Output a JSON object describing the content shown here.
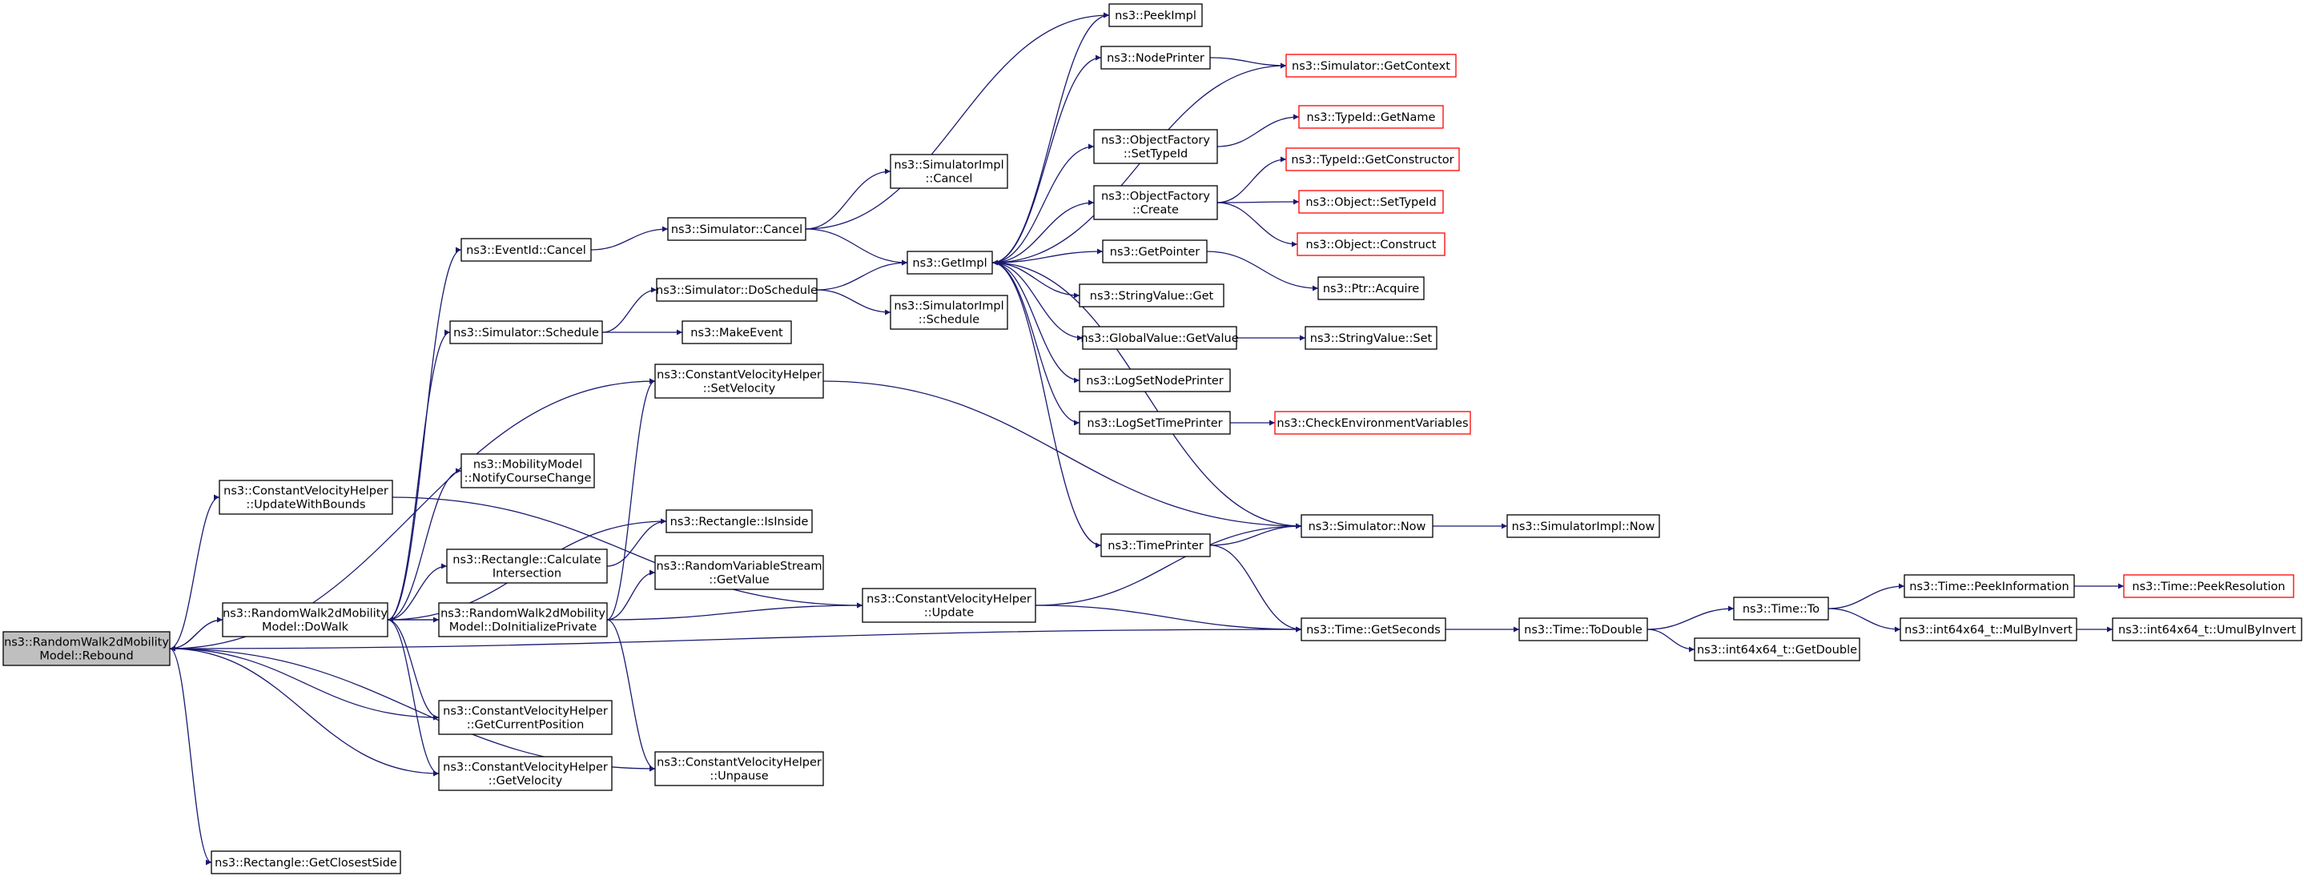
{
  "colors": {
    "edge": "#191970",
    "node_border": "#000000",
    "external_border": "#ff0000",
    "root_fill": "#bfbfbf"
  },
  "nodes": [
    {
      "id": "rebound",
      "lines": [
        "ns3::RandomWalk2dMobility",
        "Model::Rebound"
      ],
      "style": "root"
    },
    {
      "id": "getclosestside",
      "lines": [
        "ns3::Rectangle::GetClosestSide"
      ]
    },
    {
      "id": "getcurrentposition",
      "lines": [
        "ns3::ConstantVelocityHelper",
        "::GetCurrentPosition"
      ]
    },
    {
      "id": "getvelocity",
      "lines": [
        "ns3::ConstantVelocityHelper",
        "::GetVelocity"
      ]
    },
    {
      "id": "unpause",
      "lines": [
        "ns3::ConstantVelocityHelper",
        "::Unpause"
      ]
    },
    {
      "id": "updatewithbounds",
      "lines": [
        "ns3::ConstantVelocityHelper",
        "::UpdateWithBounds"
      ]
    },
    {
      "id": "setvelocity",
      "lines": [
        "ns3::ConstantVelocityHelper",
        "::SetVelocity"
      ]
    },
    {
      "id": "gettime_seconds",
      "lines": [
        "ns3::Time::GetSeconds"
      ]
    },
    {
      "id": "dowalk",
      "lines": [
        "ns3::RandomWalk2dMobility",
        "Model::DoWalk"
      ]
    },
    {
      "id": "eventcancel",
      "lines": [
        "ns3::EventId::Cancel"
      ]
    },
    {
      "id": "schedule",
      "lines": [
        "ns3::Simulator::Schedule"
      ]
    },
    {
      "id": "notifycoursechange",
      "lines": [
        "ns3::MobilityModel",
        "::NotifyCourseChange"
      ]
    },
    {
      "id": "calcintersection",
      "lines": [
        "ns3::Rectangle::Calculate",
        "Intersection"
      ]
    },
    {
      "id": "doinitialize",
      "lines": [
        "ns3::RandomWalk2dMobility",
        "Model::DoInitializePrivate"
      ]
    },
    {
      "id": "isinside",
      "lines": [
        "ns3::Rectangle::IsInside"
      ]
    },
    {
      "id": "getvalue_rvs",
      "lines": [
        "ns3::RandomVariableStream",
        "::GetValue"
      ]
    },
    {
      "id": "cvh_update",
      "lines": [
        "ns3::ConstantVelocityHelper",
        "::Update"
      ]
    },
    {
      "id": "simcancel",
      "lines": [
        "ns3::Simulator::Cancel"
      ]
    },
    {
      "id": "doschedule",
      "lines": [
        "ns3::Simulator::DoSchedule"
      ]
    },
    {
      "id": "makeevent",
      "lines": [
        "ns3::MakeEvent"
      ]
    },
    {
      "id": "simimplcancel",
      "lines": [
        "ns3::SimulatorImpl",
        "::Cancel"
      ]
    },
    {
      "id": "simimplschedule",
      "lines": [
        "ns3::SimulatorImpl",
        "::Schedule"
      ]
    },
    {
      "id": "getimpl",
      "lines": [
        "ns3::GetImpl"
      ]
    },
    {
      "id": "peekimpl",
      "lines": [
        "ns3::PeekImpl"
      ]
    },
    {
      "id": "nodeprinter",
      "lines": [
        "ns3::NodePrinter"
      ]
    },
    {
      "id": "of_settypeid",
      "lines": [
        "ns3::ObjectFactory",
        "::SetTypeId"
      ]
    },
    {
      "id": "of_create",
      "lines": [
        "ns3::ObjectFactory",
        "::Create"
      ]
    },
    {
      "id": "getpointer",
      "lines": [
        "ns3::GetPointer"
      ]
    },
    {
      "id": "stringvalue_get",
      "lines": [
        "ns3::StringValue::Get"
      ]
    },
    {
      "id": "globalvalue_getvalue",
      "lines": [
        "ns3::GlobalValue::GetValue"
      ]
    },
    {
      "id": "logsetnodeprinter",
      "lines": [
        "ns3::LogSetNodePrinter"
      ]
    },
    {
      "id": "logsettimeprinter",
      "lines": [
        "ns3::LogSetTimePrinter"
      ]
    },
    {
      "id": "timeprinter",
      "lines": [
        "ns3::TimePrinter"
      ]
    },
    {
      "id": "simnow",
      "lines": [
        "ns3::Simulator::Now"
      ]
    },
    {
      "id": "getcontext",
      "lines": [
        "ns3::Simulator::GetContext"
      ],
      "style": "external"
    },
    {
      "id": "typeid_getname",
      "lines": [
        "ns3::TypeId::GetName"
      ],
      "style": "external"
    },
    {
      "id": "typeid_getconstructor",
      "lines": [
        "ns3::TypeId::GetConstructor"
      ],
      "style": "external"
    },
    {
      "id": "object_settypeid",
      "lines": [
        "ns3::Object::SetTypeId"
      ],
      "style": "external"
    },
    {
      "id": "object_construct",
      "lines": [
        "ns3::Object::Construct"
      ],
      "style": "external"
    },
    {
      "id": "ptr_acquire",
      "lines": [
        "ns3::Ptr::Acquire"
      ]
    },
    {
      "id": "stringvalue_set",
      "lines": [
        "ns3::StringValue::Set"
      ]
    },
    {
      "id": "checkenv",
      "lines": [
        "ns3::CheckEnvironmentVariables"
      ],
      "style": "external"
    },
    {
      "id": "simimplnow",
      "lines": [
        "ns3::SimulatorImpl::Now"
      ]
    },
    {
      "id": "time_todouble",
      "lines": [
        "ns3::Time::ToDouble"
      ]
    },
    {
      "id": "time_to",
      "lines": [
        "ns3::Time::To"
      ]
    },
    {
      "id": "int64_getdouble",
      "lines": [
        "ns3::int64x64_t::GetDouble"
      ]
    },
    {
      "id": "time_peekinformation",
      "lines": [
        "ns3::Time::PeekInformation"
      ]
    },
    {
      "id": "int64_mulbyinvert",
      "lines": [
        "ns3::int64x64_t::MulByInvert"
      ]
    },
    {
      "id": "time_peekresolution",
      "lines": [
        "ns3::Time::PeekResolution"
      ],
      "style": "external"
    },
    {
      "id": "int64_umulbyinvert",
      "lines": [
        "ns3::int64x64_t::UmulByInvert"
      ]
    }
  ],
  "edges": [
    [
      "rebound",
      "dowalk"
    ],
    [
      "rebound",
      "getclosestside"
    ],
    [
      "rebound",
      "getcurrentposition"
    ],
    [
      "rebound",
      "getvelocity"
    ],
    [
      "rebound",
      "unpause"
    ],
    [
      "rebound",
      "updatewithbounds"
    ],
    [
      "rebound",
      "setvelocity"
    ],
    [
      "rebound",
      "gettime_seconds"
    ],
    [
      "dowalk",
      "rebound"
    ],
    [
      "dowalk",
      "eventcancel"
    ],
    [
      "dowalk",
      "schedule"
    ],
    [
      "dowalk",
      "notifycoursechange"
    ],
    [
      "dowalk",
      "calcintersection"
    ],
    [
      "dowalk",
      "isinside"
    ],
    [
      "dowalk",
      "doinitialize"
    ],
    [
      "dowalk",
      "getcurrentposition"
    ],
    [
      "dowalk",
      "getvelocity"
    ],
    [
      "doinitialize",
      "dowalk"
    ],
    [
      "doinitialize",
      "setvelocity"
    ],
    [
      "doinitialize",
      "getvalue_rvs"
    ],
    [
      "doinitialize",
      "cvh_update"
    ],
    [
      "doinitialize",
      "unpause"
    ],
    [
      "updatewithbounds",
      "cvh_update"
    ],
    [
      "calcintersection",
      "isinside"
    ],
    [
      "eventcancel",
      "simcancel"
    ],
    [
      "schedule",
      "doschedule"
    ],
    [
      "schedule",
      "makeevent"
    ],
    [
      "simcancel",
      "simimplcancel"
    ],
    [
      "simcancel",
      "getimpl"
    ],
    [
      "simcancel",
      "peekimpl"
    ],
    [
      "doschedule",
      "getimpl"
    ],
    [
      "doschedule",
      "simimplschedule"
    ],
    [
      "setvelocity",
      "simnow"
    ],
    [
      "cvh_update",
      "simnow"
    ],
    [
      "cvh_update",
      "gettime_seconds"
    ],
    [
      "getimpl",
      "peekimpl"
    ],
    [
      "getimpl",
      "nodeprinter"
    ],
    [
      "getimpl",
      "getcontext"
    ],
    [
      "getimpl",
      "of_settypeid"
    ],
    [
      "getimpl",
      "of_create"
    ],
    [
      "getimpl",
      "getpointer"
    ],
    [
      "getimpl",
      "stringvalue_get"
    ],
    [
      "getimpl",
      "globalvalue_getvalue"
    ],
    [
      "getimpl",
      "logsetnodeprinter"
    ],
    [
      "getimpl",
      "logsettimeprinter"
    ],
    [
      "getimpl",
      "timeprinter"
    ],
    [
      "simnow",
      "getimpl"
    ],
    [
      "nodeprinter",
      "getcontext"
    ],
    [
      "of_settypeid",
      "typeid_getname"
    ],
    [
      "of_create",
      "typeid_getconstructor"
    ],
    [
      "of_create",
      "object_settypeid"
    ],
    [
      "of_create",
      "object_construct"
    ],
    [
      "getpointer",
      "ptr_acquire"
    ],
    [
      "globalvalue_getvalue",
      "stringvalue_set"
    ],
    [
      "logsettimeprinter",
      "checkenv"
    ],
    [
      "timeprinter",
      "simnow"
    ],
    [
      "timeprinter",
      "gettime_seconds"
    ],
    [
      "simnow",
      "simimplnow"
    ],
    [
      "gettime_seconds",
      "time_todouble"
    ],
    [
      "time_todouble",
      "time_to"
    ],
    [
      "time_todouble",
      "int64_getdouble"
    ],
    [
      "time_to",
      "time_peekinformation"
    ],
    [
      "time_to",
      "int64_mulbyinvert"
    ],
    [
      "time_peekinformation",
      "time_peekresolution"
    ],
    [
      "int64_mulbyinvert",
      "int64_umulbyinvert"
    ]
  ]
}
